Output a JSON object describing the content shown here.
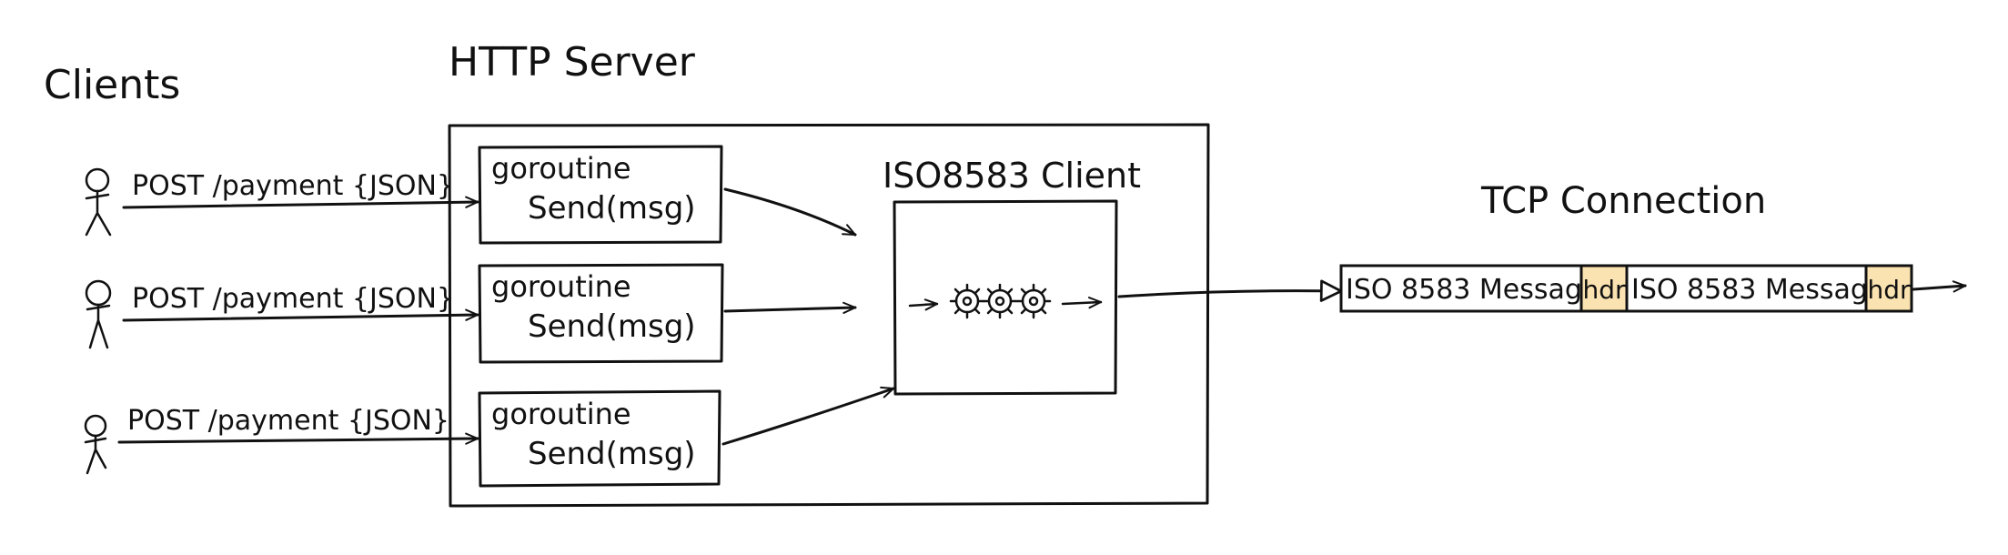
{
  "labels": {
    "clients": "Clients",
    "http_server": "HTTP Server",
    "iso_client": "ISO8583 Client",
    "tcp_connection": "TCP Connection"
  },
  "clients": [
    {
      "request": "POST /payment {JSON}"
    },
    {
      "request": "POST /payment {JSON}"
    },
    {
      "request": "POST /payment {JSON}"
    }
  ],
  "goroutines": [
    {
      "line1": "goroutine",
      "line2": "Send(msg)"
    },
    {
      "line1": "goroutine",
      "line2": "Send(msg)"
    },
    {
      "line1": "goroutine",
      "line2": "Send(msg)"
    }
  ],
  "tcp_segments": [
    {
      "message": "ISO 8583 Message",
      "header": "hdr"
    },
    {
      "message": "ISO 8583 Message",
      "header": "hdr"
    }
  ],
  "colors": {
    "ink": "#111111",
    "header_fill": "#fbe3b1",
    "background": "#ffffff"
  }
}
